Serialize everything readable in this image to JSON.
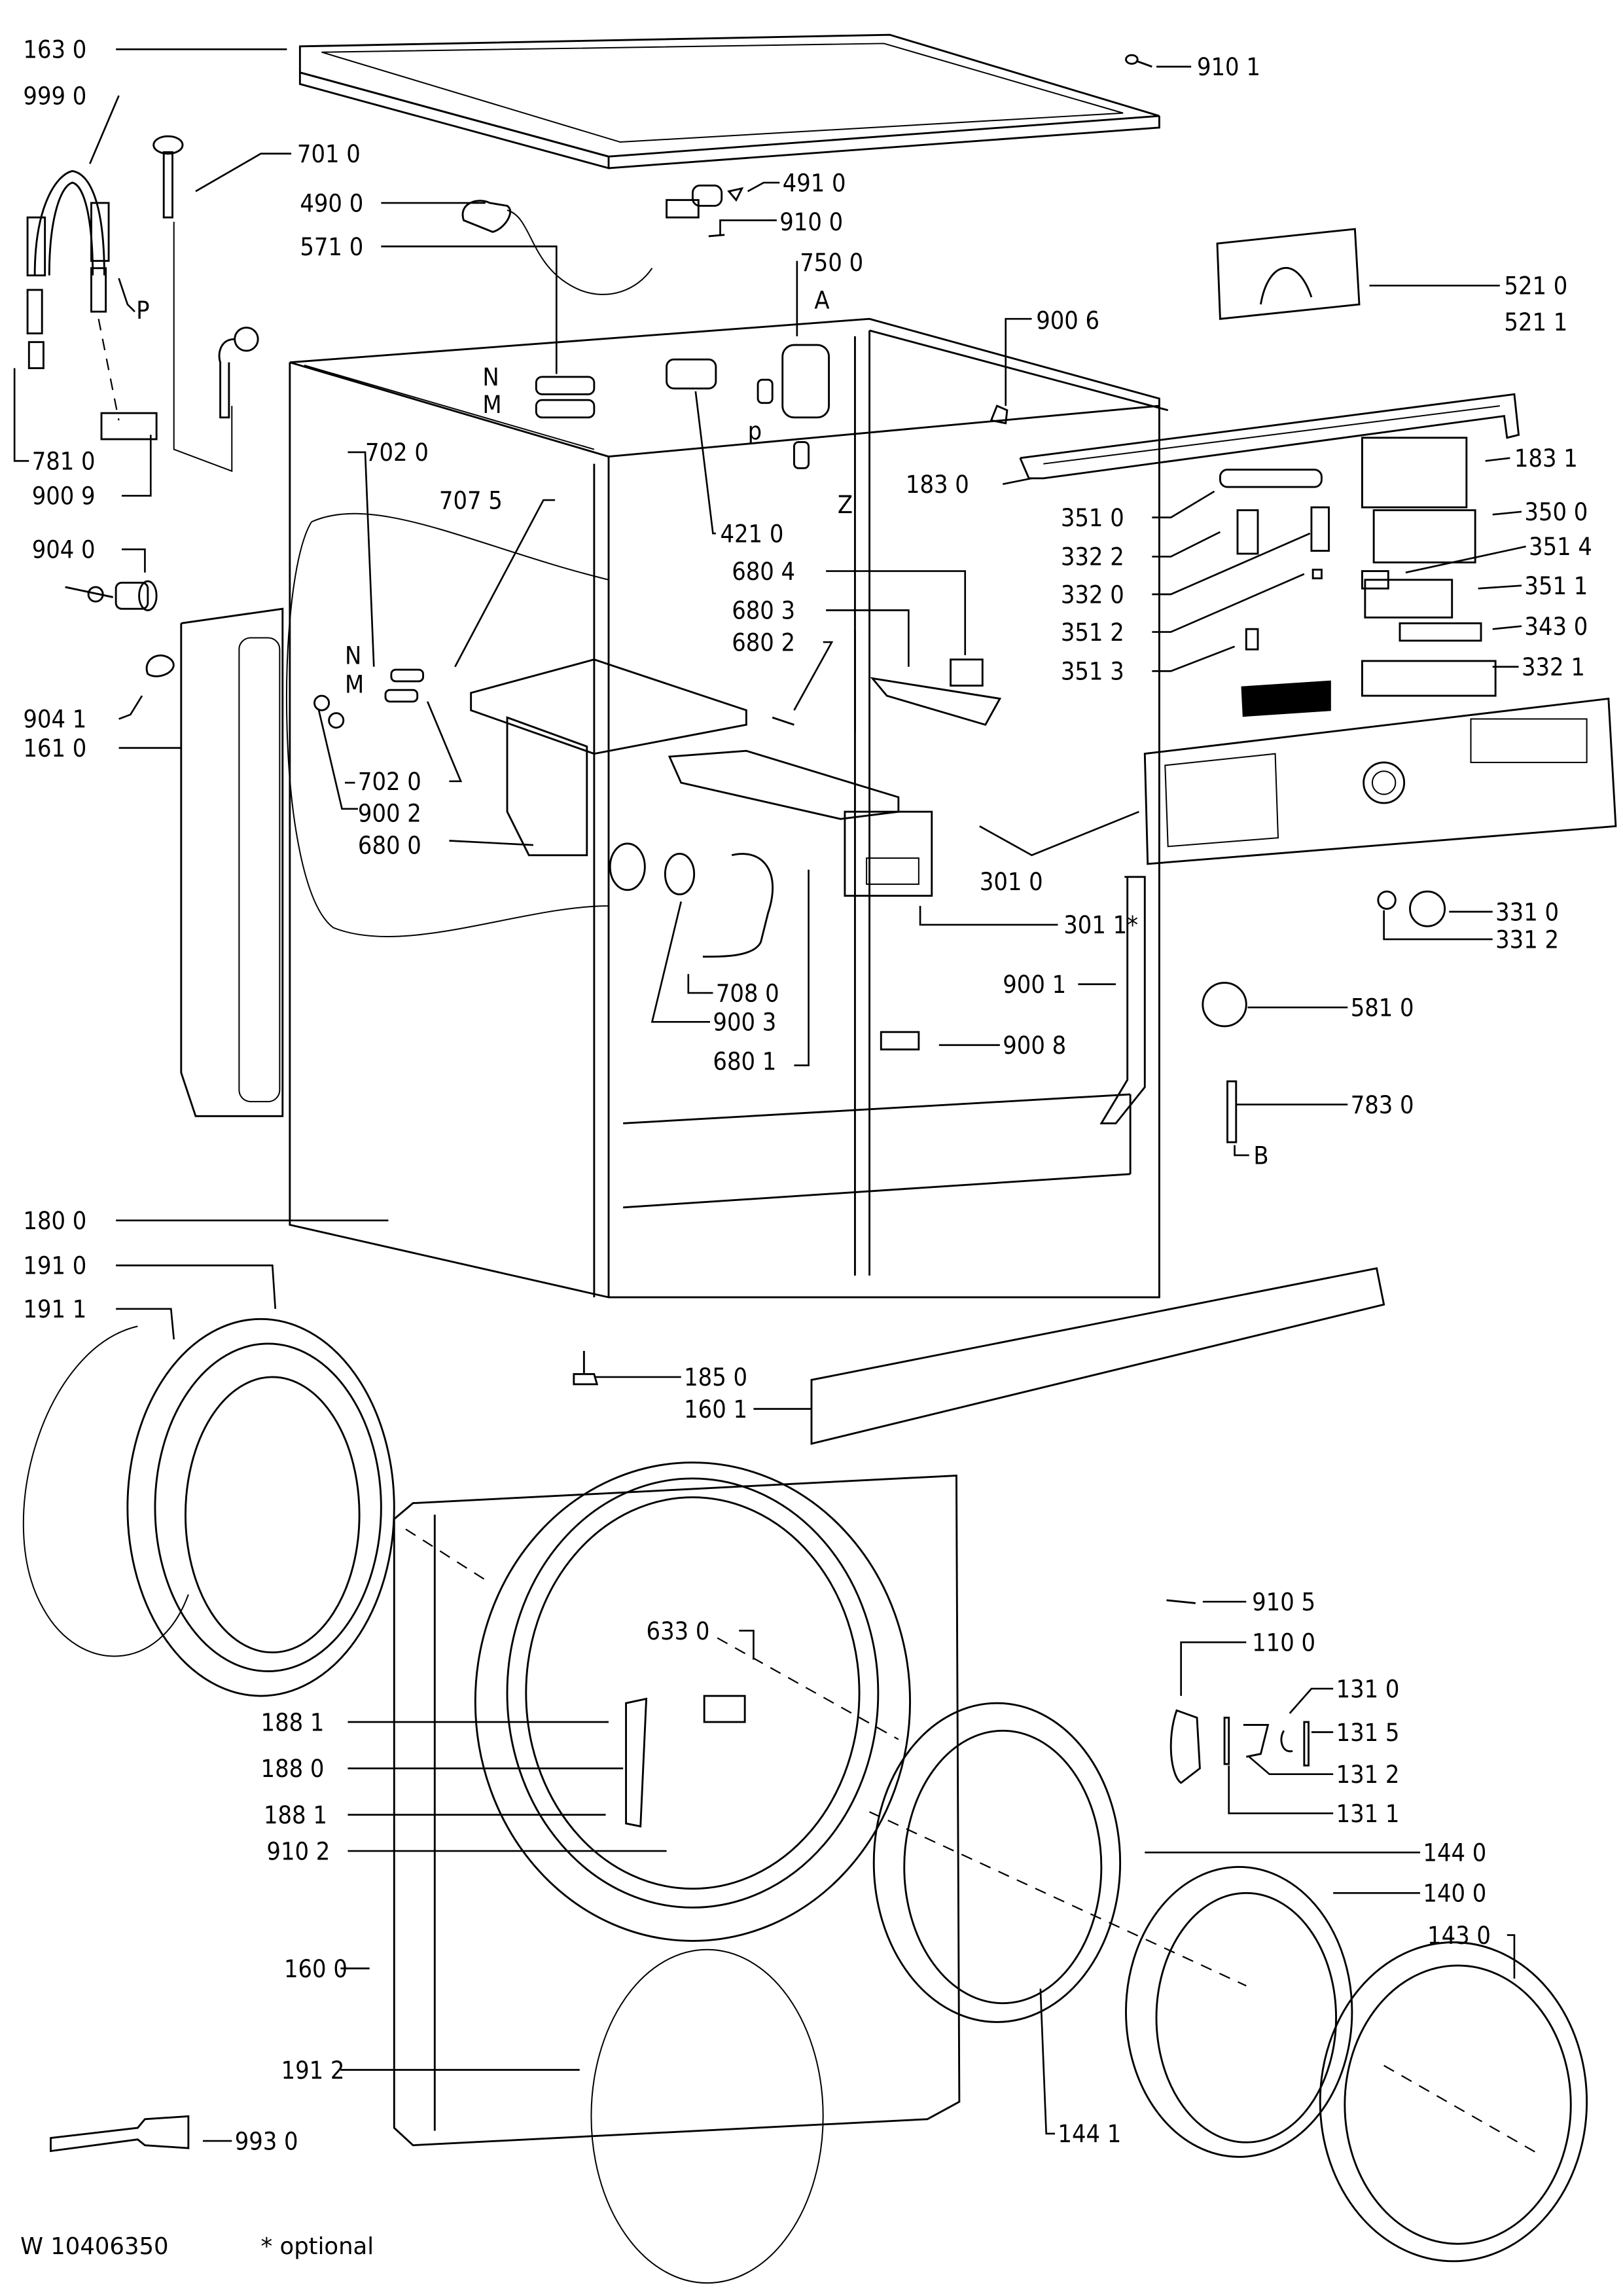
{
  "document": {
    "type": "Exploded parts diagram - front-load washing machine",
    "drawing_number": "W 10406350",
    "footnote": "* optional"
  },
  "labels": [
    {
      "id": "1630",
      "text": "163 0"
    },
    {
      "id": "9990",
      "text": "999 0"
    },
    {
      "id": "7010",
      "text": "701 0"
    },
    {
      "id": "4900",
      "text": "490 0"
    },
    {
      "id": "5710",
      "text": "571 0"
    },
    {
      "id": "4910",
      "text": "491 0"
    },
    {
      "id": "9100",
      "text": "910 0"
    },
    {
      "id": "7500",
      "text": "750 0"
    },
    {
      "id": "9101",
      "text": "910 1"
    },
    {
      "id": "5210",
      "text": "521 0"
    },
    {
      "id": "5211",
      "text": "521 1"
    },
    {
      "id": "9006",
      "text": "900 6"
    },
    {
      "id": "P",
      "text": "P"
    },
    {
      "id": "N1",
      "text": "N"
    },
    {
      "id": "M1",
      "text": "M"
    },
    {
      "id": "A",
      "text": "A"
    },
    {
      "id": "p",
      "text": "p"
    },
    {
      "id": "Z",
      "text": "Z"
    },
    {
      "id": "7810",
      "text": "781 0"
    },
    {
      "id": "9009",
      "text": "900 9"
    },
    {
      "id": "4210",
      "text": "421 0"
    },
    {
      "id": "1830",
      "text": "183 0"
    },
    {
      "id": "1831",
      "text": "183 1"
    },
    {
      "id": "7020a",
      "text": "702 0"
    },
    {
      "id": "7075",
      "text": "707 5"
    },
    {
      "id": "3510",
      "text": "351 0"
    },
    {
      "id": "3500",
      "text": "350 0"
    },
    {
      "id": "3322",
      "text": "332 2"
    },
    {
      "id": "3514",
      "text": "351 4"
    },
    {
      "id": "9040",
      "text": "904 0"
    },
    {
      "id": "3320",
      "text": "332 0"
    },
    {
      "id": "3511",
      "text": "351 1"
    },
    {
      "id": "3512",
      "text": "351 2"
    },
    {
      "id": "3430",
      "text": "343 0"
    },
    {
      "id": "6804",
      "text": "680 4"
    },
    {
      "id": "6803",
      "text": "680 3"
    },
    {
      "id": "6802",
      "text": "680 2"
    },
    {
      "id": "3513",
      "text": "351 3"
    },
    {
      "id": "3321",
      "text": "332 1"
    },
    {
      "id": "N2",
      "text": "N"
    },
    {
      "id": "M2",
      "text": "M"
    },
    {
      "id": "9041",
      "text": "904 1"
    },
    {
      "id": "1610",
      "text": "161 0"
    },
    {
      "id": "7020b",
      "text": "702 0"
    },
    {
      "id": "9002",
      "text": "900 2"
    },
    {
      "id": "6800",
      "text": "680 0"
    },
    {
      "id": "3010",
      "text": "301 0"
    },
    {
      "id": "3011",
      "text": "301 1*"
    },
    {
      "id": "3310",
      "text": "331 0"
    },
    {
      "id": "3312",
      "text": "331 2"
    },
    {
      "id": "7080",
      "text": "708 0"
    },
    {
      "id": "9001",
      "text": "900 1"
    },
    {
      "id": "5810",
      "text": "581 0"
    },
    {
      "id": "9003",
      "text": "900 3"
    },
    {
      "id": "6801",
      "text": "680 1"
    },
    {
      "id": "9008",
      "text": "900 8"
    },
    {
      "id": "7830",
      "text": "783 0"
    },
    {
      "id": "B",
      "text": "B"
    },
    {
      "id": "1800",
      "text": "180 0"
    },
    {
      "id": "1910",
      "text": "191 0"
    },
    {
      "id": "1911",
      "text": "191 1"
    },
    {
      "id": "1850",
      "text": "185 0"
    },
    {
      "id": "1601",
      "text": "160 1"
    },
    {
      "id": "9105",
      "text": "910 5"
    },
    {
      "id": "6330",
      "text": "633 0"
    },
    {
      "id": "1100",
      "text": "110 0"
    },
    {
      "id": "1881a",
      "text": "188 1"
    },
    {
      "id": "1310",
      "text": "131 0"
    },
    {
      "id": "1315",
      "text": "131 5"
    },
    {
      "id": "1880",
      "text": "188 0"
    },
    {
      "id": "1312",
      "text": "131 2"
    },
    {
      "id": "1881b",
      "text": "188 1"
    },
    {
      "id": "1311",
      "text": "131 1"
    },
    {
      "id": "9102",
      "text": "910 2"
    },
    {
      "id": "1440",
      "text": "144 0"
    },
    {
      "id": "1400",
      "text": "140 0"
    },
    {
      "id": "1430",
      "text": "143 0"
    },
    {
      "id": "1600",
      "text": "160 0"
    },
    {
      "id": "1912",
      "text": "191 2"
    },
    {
      "id": "9930",
      "text": "993 0"
    },
    {
      "id": "1441",
      "text": "144 1"
    }
  ]
}
